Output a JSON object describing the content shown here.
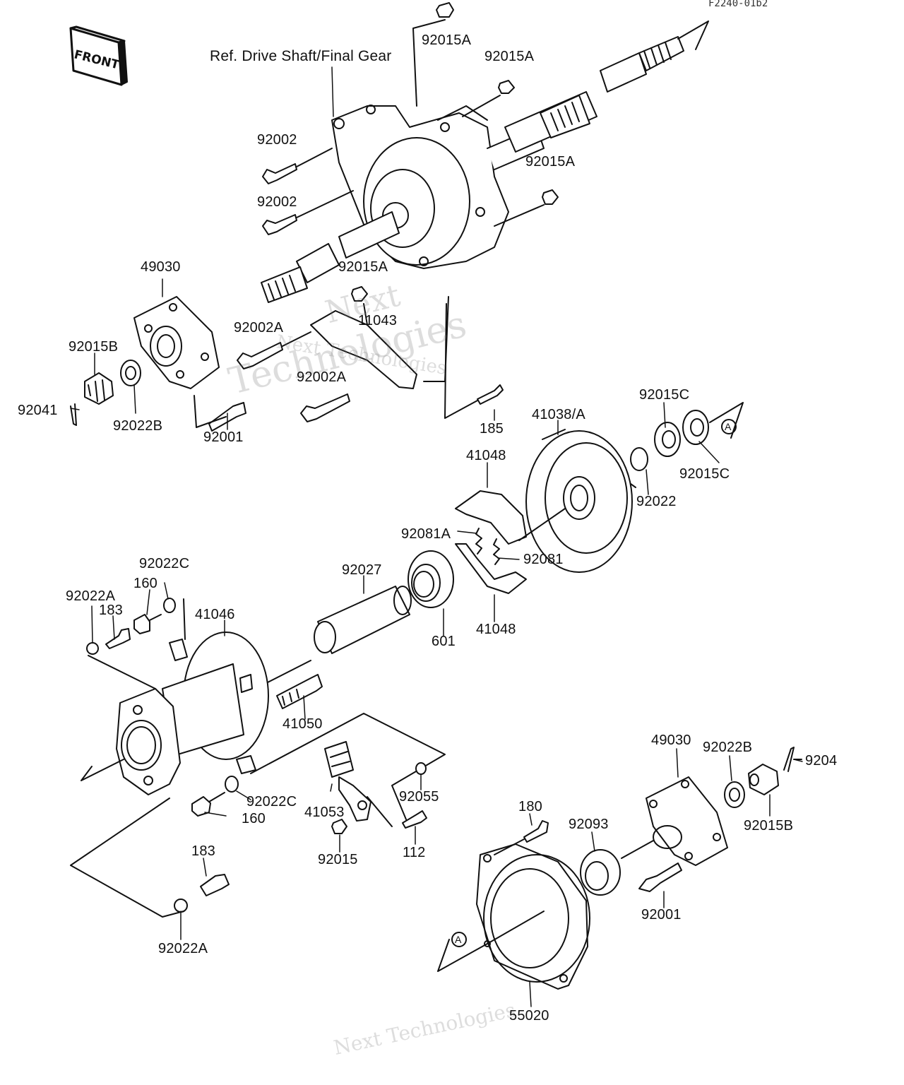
{
  "header": {
    "figure_code": "F2240-01b2",
    "front_label": "FRONT",
    "reference_label": "Ref. Drive Shaft/Final Gear"
  },
  "watermarks": [
    "Next Technologies",
    "Next",
    "Technologies",
    "Next Technologies"
  ],
  "section_mark": "A",
  "parts": [
    {
      "id": "92015A",
      "label": "92015A"
    },
    {
      "id": "92015A-2",
      "label": "92015A"
    },
    {
      "id": "92002",
      "label": "92002"
    },
    {
      "id": "92002-2",
      "label": "92002"
    },
    {
      "id": "92015A-3",
      "label": "92015A"
    },
    {
      "id": "49030",
      "label": "49030"
    },
    {
      "id": "92015A-4",
      "label": "92015A"
    },
    {
      "id": "92002A",
      "label": "92002A"
    },
    {
      "id": "11043",
      "label": "11043"
    },
    {
      "id": "92015B",
      "label": "92015B"
    },
    {
      "id": "92002A-2",
      "label": "92002A"
    },
    {
      "id": "92041",
      "label": "92041"
    },
    {
      "id": "92022B",
      "label": "92022B"
    },
    {
      "id": "92001",
      "label": "92001"
    },
    {
      "id": "185",
      "label": "185"
    },
    {
      "id": "92015C",
      "label": "92015C"
    },
    {
      "id": "41038A",
      "label": "41038/A"
    },
    {
      "id": "92015C-2",
      "label": "92015C"
    },
    {
      "id": "41048",
      "label": "41048"
    },
    {
      "id": "92022",
      "label": "92022"
    },
    {
      "id": "92081A",
      "label": "92081A"
    },
    {
      "id": "92081",
      "label": "92081"
    },
    {
      "id": "92022C",
      "label": "92022C"
    },
    {
      "id": "92027",
      "label": "92027"
    },
    {
      "id": "160",
      "label": "160"
    },
    {
      "id": "92022A",
      "label": "92022A"
    },
    {
      "id": "183",
      "label": "183"
    },
    {
      "id": "41046",
      "label": "41046"
    },
    {
      "id": "601",
      "label": "601"
    },
    {
      "id": "41048-2",
      "label": "41048"
    },
    {
      "id": "41050",
      "label": "41050"
    },
    {
      "id": "49030-2",
      "label": "49030"
    },
    {
      "id": "92022B-2",
      "label": "92022B"
    },
    {
      "id": "9204x",
      "label": "9204"
    },
    {
      "id": "92022C-2",
      "label": "92022C"
    },
    {
      "id": "92055",
      "label": "92055"
    },
    {
      "id": "160-2",
      "label": "160"
    },
    {
      "id": "41053",
      "label": "41053"
    },
    {
      "id": "180",
      "label": "180"
    },
    {
      "id": "92093",
      "label": "92093"
    },
    {
      "id": "92015B-2",
      "label": "92015B"
    },
    {
      "id": "92015",
      "label": "92015"
    },
    {
      "id": "112",
      "label": "112"
    },
    {
      "id": "183-2",
      "label": "183"
    },
    {
      "id": "92001-2",
      "label": "92001"
    },
    {
      "id": "92022A-2",
      "label": "92022A"
    },
    {
      "id": "55020",
      "label": "55020"
    }
  ]
}
